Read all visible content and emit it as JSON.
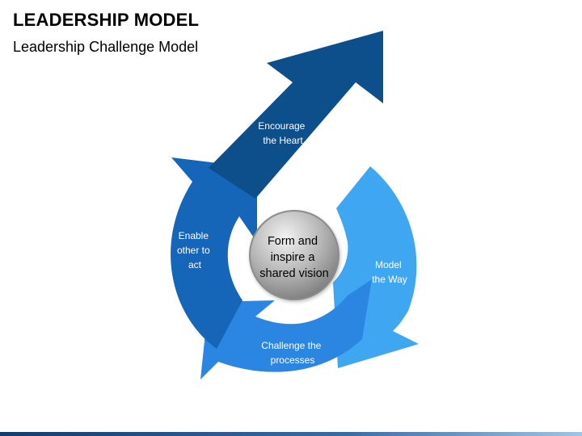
{
  "header": {
    "title": "LEADERSHIP MODEL",
    "subtitle": "Leadership Challenge Model"
  },
  "diagram": {
    "center": {
      "lines": [
        "Form  and",
        "inspire a",
        "shared vision"
      ]
    },
    "segments": [
      {
        "id": "heart",
        "lines": [
          "Encourage",
          "the Heart"
        ],
        "color": "#0d4f8b"
      },
      {
        "id": "enable",
        "lines": [
          "Enable",
          "other to",
          "act"
        ],
        "color": "#1565b8"
      },
      {
        "id": "model",
        "lines": [
          "Model",
          "the Way"
        ],
        "color": "#3fa6f2"
      },
      {
        "id": "challenge",
        "lines": [
          "Challenge the",
          "processes"
        ],
        "color": "#2a86e0"
      }
    ]
  }
}
